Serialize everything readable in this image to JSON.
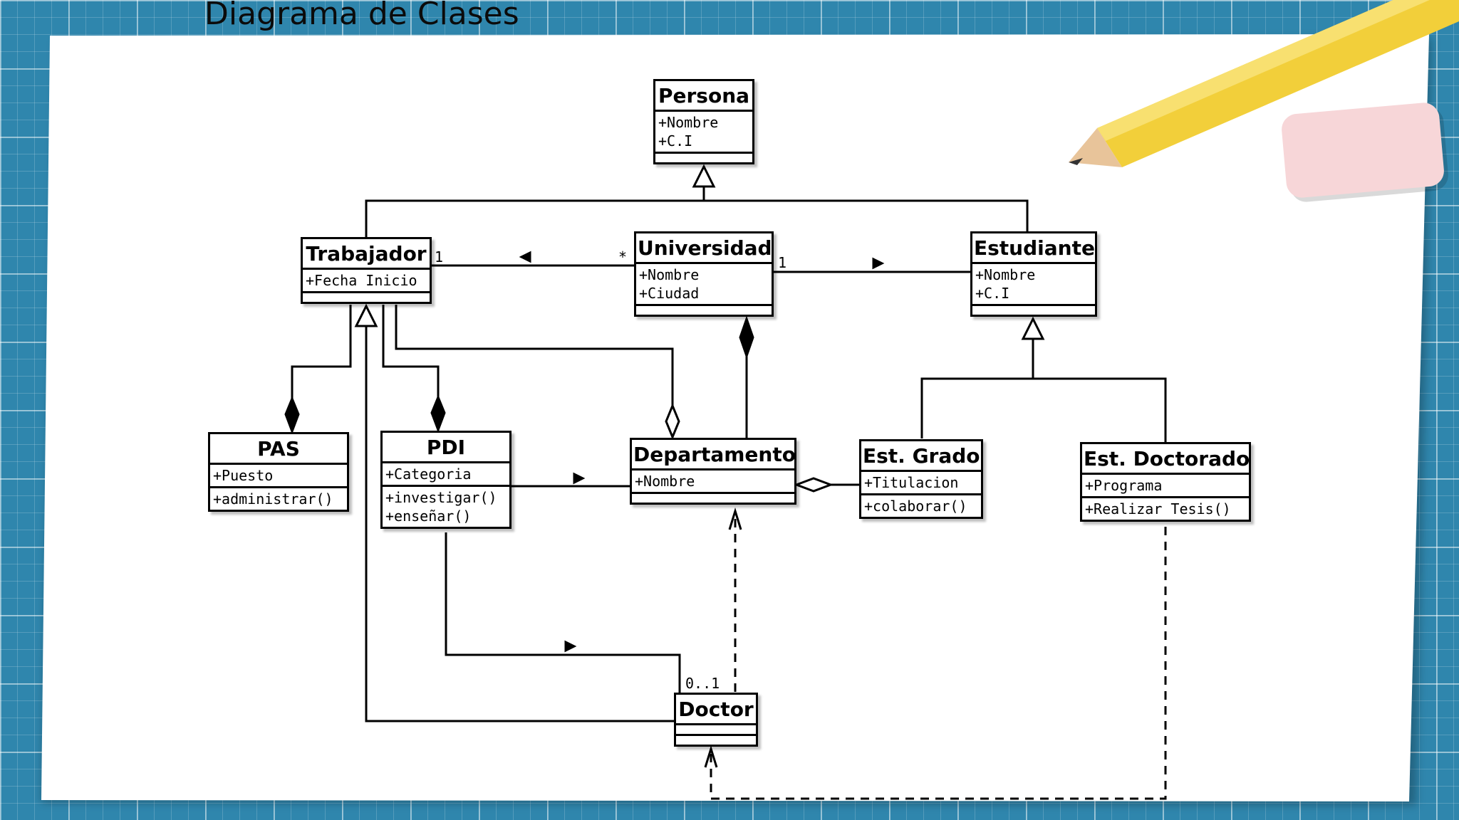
{
  "slide_title": "Diagrama de Clases",
  "classes": {
    "persona": {
      "name": "Persona",
      "attrs": [
        "+Nombre",
        "+C.I"
      ],
      "ops": []
    },
    "trabajador": {
      "name": "Trabajador",
      "attrs": [
        "+Fecha Inicio"
      ],
      "ops": []
    },
    "universidad": {
      "name": "Universidad",
      "attrs": [
        "+Nombre",
        "+Ciudad"
      ],
      "ops": []
    },
    "estudiante": {
      "name": "Estudiante",
      "attrs": [
        "+Nombre",
        "+C.I"
      ],
      "ops": []
    },
    "pas": {
      "name": "PAS",
      "attrs": [
        "+Puesto"
      ],
      "ops": [
        "+administrar()"
      ]
    },
    "pdi": {
      "name": "PDI",
      "attrs": [
        "+Categoria"
      ],
      "ops": [
        "+investigar()",
        "+enseñar()"
      ]
    },
    "departamento": {
      "name": "Departamento",
      "attrs": [
        "+Nombre"
      ],
      "ops": []
    },
    "est_grado": {
      "name": "Est. Grado",
      "attrs": [
        "+Titulacion"
      ],
      "ops": [
        "+colaborar()"
      ]
    },
    "est_doctorado": {
      "name": "Est. Doctorado",
      "attrs": [
        "+Programa"
      ],
      "ops": [
        "+Realizar Tesis()"
      ]
    },
    "doctor": {
      "name": "Doctor",
      "attrs": [],
      "ops": []
    }
  },
  "multiplicities": {
    "trabajador_uni": "1",
    "uni_trabajador": "*",
    "uni_estudiante": "1",
    "doctor_pdi": "0..1"
  }
}
